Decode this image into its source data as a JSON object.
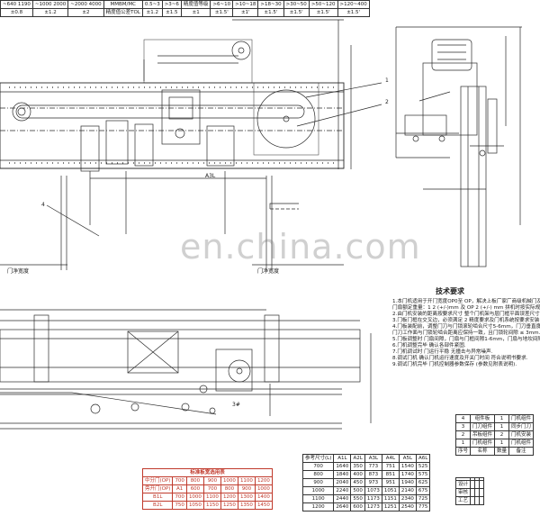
{
  "watermark": "en.china.com",
  "top_table": {
    "row1": [
      "~640 1190",
      "~1000 2000",
      "~2000 4000",
      "MMBM/MC",
      "0.5~3",
      ">3~6",
      "精度值等级",
      ">6~10",
      ">10~18",
      ">18~30",
      ">30~50",
      ">50~120",
      ">120~400"
    ],
    "row2": [
      "±0.8",
      "±1.2",
      "±2",
      "精度值公差TOL",
      "±1.2",
      "±1.5",
      "±1",
      "±1.5'",
      "±1'",
      "±1.5'",
      "±1.5'",
      "±1.5'",
      "±1.5'"
    ]
  },
  "labels": {
    "leader_1": "1",
    "leader_2": "2",
    "leader_4": "4",
    "dim_a3l": "A3L",
    "door_left": "门净宽度",
    "door_right": "门净宽度",
    "tech_title": "技术要求",
    "code_l": "3#"
  },
  "notes": [
    "1.本门机适用于开门宽度OP0至 OP，解决上板厂家厂商级机械门及特定门.",
    "  门扇额定重量：1 2 (+/-)mm 及 OP 2 (+/-) mm 拼机时按实际规.",
    "2.由门机安装的距离按要求尺寸 整个门机架与层门框平面误差尺寸.",
    "3.门板门框在交叉边，必须满足 2 精度要求及门机系统按要求安装.",
    "4.门板装配前，调整门刀与门锁滚轮啮合尺寸5-6mm，门刀垂直度≤0.5mm.",
    "  门刀工作面与门锁轮啮合距离应保持一致，且门锁轮间隙 ≤ 3mm.",
    "5.门板调整时 门扇间隙，门扇与门框间隙1-6mm，门扇与地坎间隙.",
    "6.门机调整完毕 确认各部件紧固.",
    "7.门机调试时 门运行平稳 无撞击与异常噪声.",
    "8.调试门机 确认门机运行速度及开关门时间 符合说明书要求.",
    "9.调试门机完毕 门机控制器参数保存 (参数见附表说明)."
  ],
  "red_table": {
    "title": "标准板宽选用表",
    "header": [
      "中分门(OP)",
      "700",
      "800",
      "900",
      "1000",
      "1100",
      "1200"
    ],
    "rows": [
      [
        "旁开门(OP)",
        "A1",
        "600",
        "700",
        "800",
        "900",
        "1000"
      ],
      [
        "B1L",
        "700",
        "1000",
        "1100",
        "1200",
        "1300",
        "1400"
      ],
      [
        "B2L",
        "750",
        "1050",
        "1150",
        "1250",
        "1350",
        "1450"
      ]
    ]
  },
  "mid_table": {
    "header": [
      "参考尺寸(L)",
      "A1L",
      "A2L",
      "A3L",
      "A4L",
      "A5L",
      "A6L"
    ],
    "rows": [
      [
        "700",
        "1640",
        "350",
        "773",
        "751",
        "1540",
        "525"
      ],
      [
        "800",
        "1840",
        "400",
        "873",
        "851",
        "1740",
        "575"
      ],
      [
        "900",
        "2040",
        "450",
        "973",
        "951",
        "1940",
        "625"
      ],
      [
        "1000",
        "2240",
        "500",
        "1073",
        "1051",
        "2140",
        "675"
      ],
      [
        "1100",
        "2440",
        "550",
        "1173",
        "1151",
        "2340",
        "725"
      ],
      [
        "1200",
        "2640",
        "600",
        "1273",
        "1251",
        "2540",
        "775"
      ]
    ]
  },
  "parts_table": {
    "rows": [
      [
        "4",
        "组件板",
        "1",
        "门机组件"
      ],
      [
        "3",
        "门刀组件",
        "1",
        "同步门刀"
      ],
      [
        "2",
        "吊板组件",
        "2",
        "门机安装"
      ],
      [
        "1",
        "门机组件",
        "1",
        "门机组件"
      ]
    ],
    "footer": [
      "序号",
      "名称",
      "数量",
      "备注"
    ]
  },
  "title_block": {
    "rows": [
      [
        "",
        "",
        "",
        ""
      ],
      [
        "设计",
        "",
        "",
        ""
      ],
      [
        "审核",
        "",
        "",
        ""
      ],
      [
        "工艺",
        "",
        "",
        ""
      ]
    ]
  }
}
